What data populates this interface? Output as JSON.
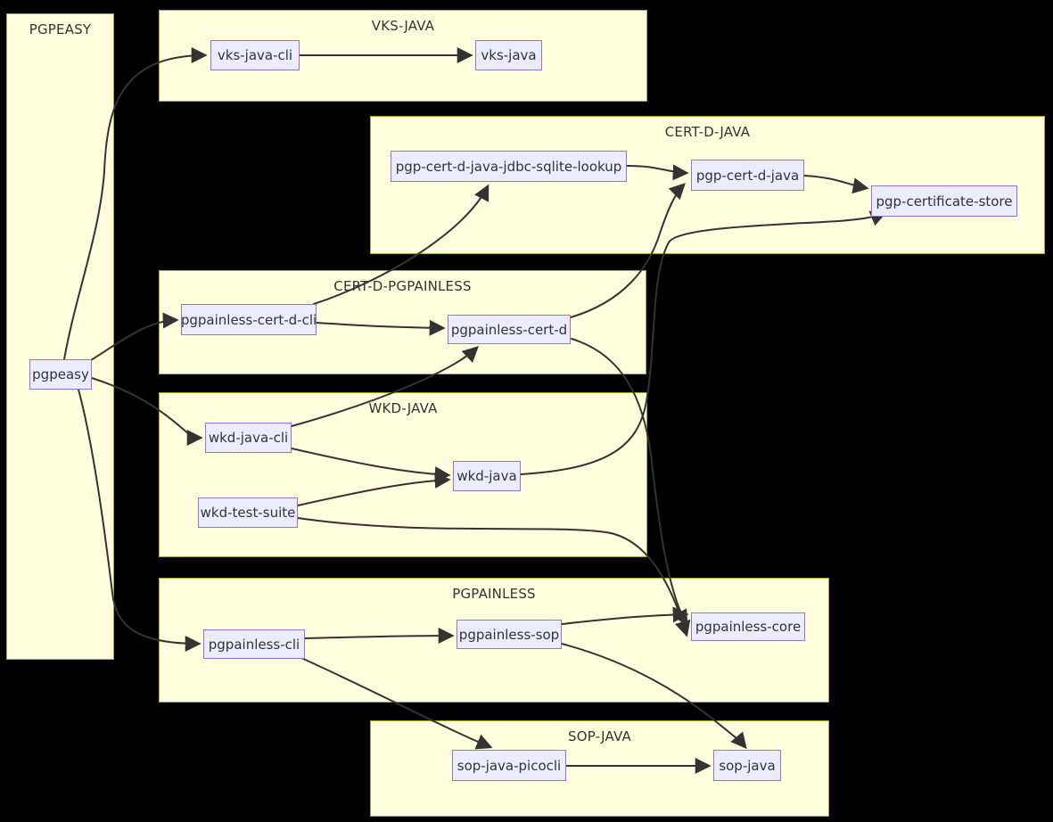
{
  "diagram": {
    "type": "dependency-graph",
    "background_color": "#000000",
    "cluster_fill": "#ffffde",
    "cluster_border": "#aaaa33",
    "node_fill": "#ececff",
    "node_border": "#9370db",
    "edge_color": "#333333",
    "groups": [
      {
        "title": "PGPEASY"
      },
      {
        "title": "VKS-JAVA"
      },
      {
        "title": "CERT-D-JAVA"
      },
      {
        "title": "CERT-D-PGPAINLESS"
      },
      {
        "title": "WKD-JAVA"
      },
      {
        "title": "PGPAINLESS"
      },
      {
        "title": "SOP-JAVA"
      }
    ],
    "nodes": [
      {
        "label": "pgpeasy",
        "group": "PGPEASY"
      },
      {
        "label": "vks-java-cli",
        "group": "VKS-JAVA"
      },
      {
        "label": "vks-java",
        "group": "VKS-JAVA"
      },
      {
        "label": "pgp-cert-d-java-jdbc-sqlite-lookup",
        "group": "CERT-D-JAVA"
      },
      {
        "label": "pgp-cert-d-java",
        "group": "CERT-D-JAVA"
      },
      {
        "label": "pgp-certificate-store",
        "group": "CERT-D-JAVA"
      },
      {
        "label": "pgpainless-cert-d-cli",
        "group": "CERT-D-PGPAINLESS"
      },
      {
        "label": "pgpainless-cert-d",
        "group": "CERT-D-PGPAINLESS"
      },
      {
        "label": "wkd-java-cli",
        "group": "WKD-JAVA"
      },
      {
        "label": "wkd-java",
        "group": "WKD-JAVA"
      },
      {
        "label": "wkd-test-suite",
        "group": "WKD-JAVA"
      },
      {
        "label": "pgpainless-cli",
        "group": "PGPAINLESS"
      },
      {
        "label": "pgpainless-sop",
        "group": "PGPAINLESS"
      },
      {
        "label": "pgpainless-core",
        "group": "PGPAINLESS"
      },
      {
        "label": "sop-java-picocli",
        "group": "SOP-JAVA"
      },
      {
        "label": "sop-java",
        "group": "SOP-JAVA"
      }
    ],
    "edges": [
      {
        "from": "pgpeasy",
        "to": "vks-java-cli"
      },
      {
        "from": "vks-java-cli",
        "to": "vks-java"
      },
      {
        "from": "pgpeasy",
        "to": "pgpainless-cert-d-cli"
      },
      {
        "from": "pgpainless-cert-d-cli",
        "to": "pgp-cert-d-java-jdbc-sqlite-lookup"
      },
      {
        "from": "pgpainless-cert-d-cli",
        "to": "pgpainless-cert-d"
      },
      {
        "from": "pgp-cert-d-java-jdbc-sqlite-lookup",
        "to": "pgp-cert-d-java"
      },
      {
        "from": "pgp-cert-d-java",
        "to": "pgp-certificate-store"
      },
      {
        "from": "pgpainless-cert-d",
        "to": "pgp-cert-d-java"
      },
      {
        "from": "pgpainless-cert-d",
        "to": "pgpainless-core"
      },
      {
        "from": "pgpeasy",
        "to": "wkd-java-cli"
      },
      {
        "from": "wkd-java-cli",
        "to": "pgpainless-cert-d"
      },
      {
        "from": "wkd-java-cli",
        "to": "wkd-java"
      },
      {
        "from": "wkd-test-suite",
        "to": "wkd-java"
      },
      {
        "from": "wkd-test-suite",
        "to": "pgpainless-core"
      },
      {
        "from": "wkd-java",
        "to": "pgp-certificate-store"
      },
      {
        "from": "pgpeasy",
        "to": "pgpainless-cli"
      },
      {
        "from": "pgpainless-cli",
        "to": "pgpainless-sop"
      },
      {
        "from": "pgpainless-cli",
        "to": "sop-java-picocli"
      },
      {
        "from": "pgpainless-sop",
        "to": "pgpainless-core"
      },
      {
        "from": "pgpainless-sop",
        "to": "sop-java"
      },
      {
        "from": "sop-java-picocli",
        "to": "sop-java"
      }
    ]
  }
}
